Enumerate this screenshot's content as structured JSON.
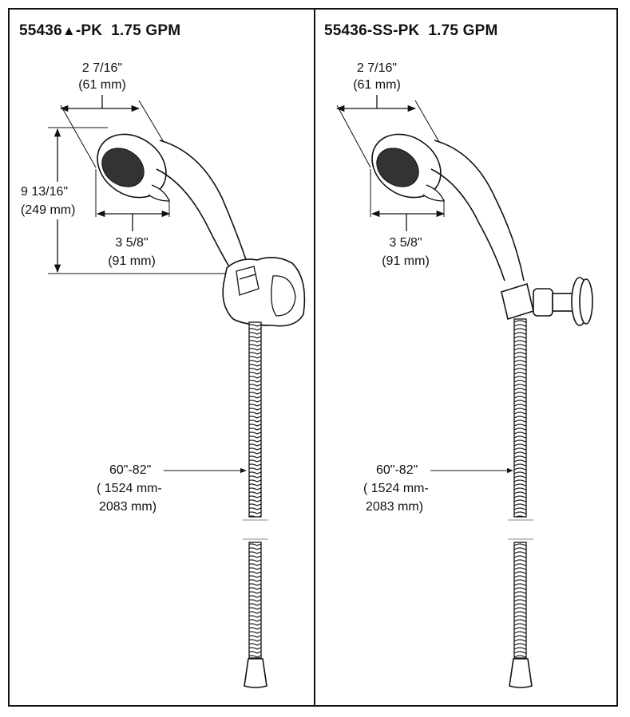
{
  "panels": [
    {
      "id": "left",
      "title_prefix": "55436",
      "title_symbol": "▲",
      "title_suffix": "-PK  1.75 GPM",
      "head_width_in": "2 7/16\"",
      "head_width_mm": "(61 mm)",
      "height_in": "9 13/16\"",
      "height_mm": "(249 mm)",
      "face_width_in": "3 5/8\"",
      "face_width_mm": "(91 mm)",
      "hose_length_in": "60\"-82\"",
      "hose_length_mm_1": "( 1524 mm-",
      "hose_length_mm_2": "2083 mm)"
    },
    {
      "id": "right",
      "title": "55436-SS-PK  1.75 GPM",
      "head_width_in": "2 7/16\"",
      "head_width_mm": "(61 mm)",
      "face_width_in": "3 5/8\"",
      "face_width_mm": "(91 mm)",
      "hose_length_in": "60\"-82\"",
      "hose_length_mm_1": "( 1524 mm-",
      "hose_length_mm_2": "2083 mm)"
    }
  ]
}
